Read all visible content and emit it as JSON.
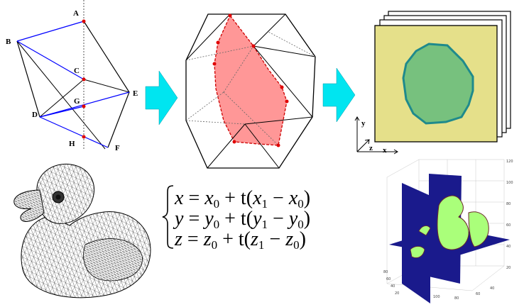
{
  "geometry_panel": {
    "labels": {
      "A": "A",
      "B": "B",
      "C": "C",
      "D": "D",
      "E": "E",
      "G": "G",
      "H": "H",
      "F": "F"
    }
  },
  "axes_labels": {
    "x": "x",
    "y": "y",
    "z": "z"
  },
  "equations": {
    "x": {
      "lhs": "x",
      "eq": " = ",
      "a": "x",
      "a_sub": "0",
      "plus": " + t(",
      "b": "x",
      "b_sub": "1",
      "minus": " − ",
      "c": "x",
      "c_sub": "0",
      "close": ")"
    },
    "y": {
      "lhs": "y",
      "eq": " = ",
      "a": "y",
      "a_sub": "0",
      "plus": " + t(",
      "b": "y",
      "b_sub": "1",
      "minus": " − ",
      "c": "y",
      "c_sub": "0",
      "close": ")"
    },
    "z": {
      "lhs": "z",
      "eq": " = ",
      "a": "z",
      "a_sub": "0",
      "plus": " + t(",
      "b": "z",
      "b_sub": "1",
      "minus": " − ",
      "c": "z",
      "c_sub": "0",
      "close": ")"
    }
  },
  "colors": {
    "blue_line": "#0000ff",
    "red_point": "#e00000",
    "arrow_cyan": "#00e5f0",
    "slice_fill": "#ff8c8c",
    "layer_bg": "#e5e08a",
    "region_fill": "#77c17e",
    "region_edge": "#1f8a8c",
    "volume_blue": "#1a1a8c",
    "volume_green": "#aaff7a"
  },
  "icons": [
    "arrow-right-icon",
    "rubber-duck-mesh-icon"
  ]
}
